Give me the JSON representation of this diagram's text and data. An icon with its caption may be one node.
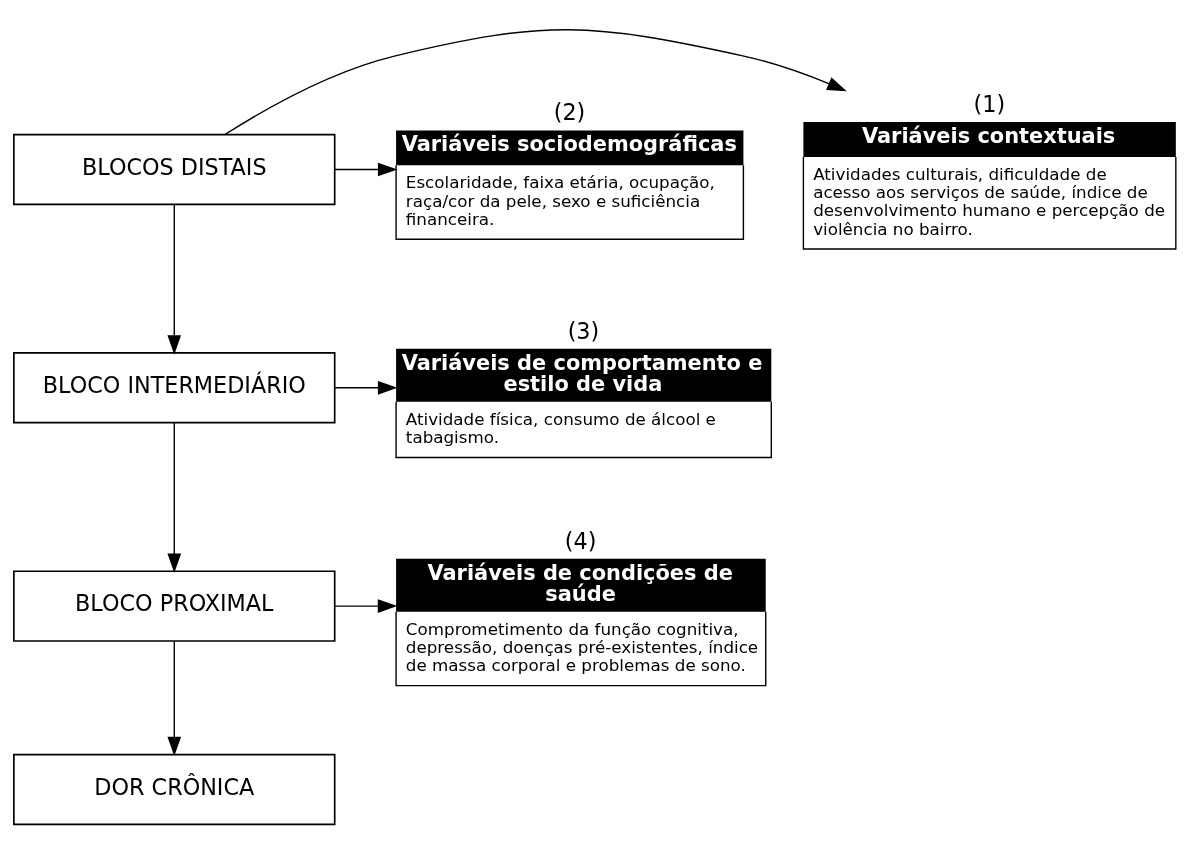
{
  "diagram": {
    "nodes": [
      {
        "text": [
          "BLOCOS DISTAIS"
        ]
      },
      {
        "text": [
          "Variáveis contextuais",
          "Atividades culturais, dificuldade de acesso aos serviços de saúde, índice de desenvolvimento humano e percepção de violência no bairro."
        ],
        "beside": [
          "(1)"
        ]
      },
      {
        "text": [
          "Variáveis sociodemográficas",
          "Escolaridade, faixa etária, ocupação, raça/cor da pele, sexo e suficiência financeira."
        ],
        "beside": [
          "(2)"
        ]
      },
      {
        "text": [
          "BLOCO INTERMEDIÁRIO"
        ]
      },
      {
        "text": [
          "Variáveis de comportamento e estilo de vida",
          "Atividade física, consumo de álcool e tabagismo."
        ],
        "beside": [
          "(3)"
        ]
      },
      {
        "text": [
          "BLOCO PROXIMAL"
        ]
      },
      {
        "text": [
          "Variáveis de condições de saúde",
          "Comprometimento da função cognitiva, depressão, doenças pré-existentes, índice de massa corporal e problemas de sono."
        ],
        "beside": [
          "(4)"
        ]
      },
      {
        "text": [
          "DOR CRÔNICA"
        ]
      }
    ],
    "edges": [
      {
        "from": 0,
        "to": 1,
        "arrow": "to"
      },
      {
        "from": 0,
        "to": 2,
        "arrow": "to"
      },
      {
        "from": 0,
        "to": 3,
        "arrow": "to"
      },
      {
        "from": 3,
        "to": 4,
        "arrow": "to"
      },
      {
        "from": 3,
        "to": 5,
        "arrow": "to"
      },
      {
        "from": 5,
        "to": 6,
        "arrow": "to"
      },
      {
        "from": 5,
        "to": 7,
        "arrow": "to"
      }
    ]
  }
}
